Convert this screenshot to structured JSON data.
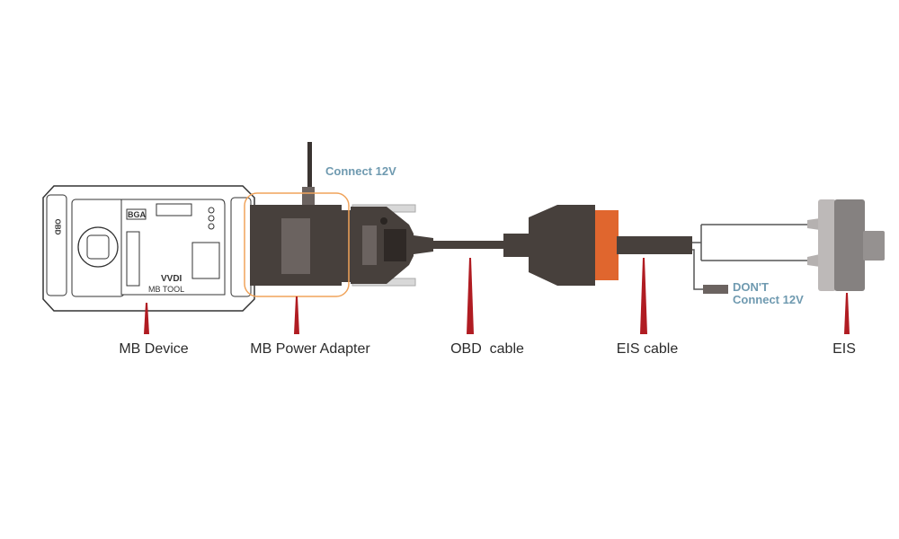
{
  "labels": {
    "mb_device": "MB Device",
    "mb_power_adapter": "MB Power Adapter",
    "obd_cable": "OBD  cable",
    "eis_cable": "EIS cable",
    "eis": "EIS"
  },
  "notes": {
    "connect_12v": "Connect 12V",
    "dont_line1": "DON'T",
    "dont_line2": "Connect 12V"
  },
  "device_text": {
    "bga": "BGA",
    "brand": "VVDI",
    "model": "MB TOOL",
    "obd_port": "OBD"
  },
  "colors": {
    "connector_dark": "#47403c",
    "orange_accent": "#e0662e",
    "highlight_outline": "#f0a35a",
    "note_text": "#6f9ab0",
    "pointer_red": "#b01c22"
  }
}
